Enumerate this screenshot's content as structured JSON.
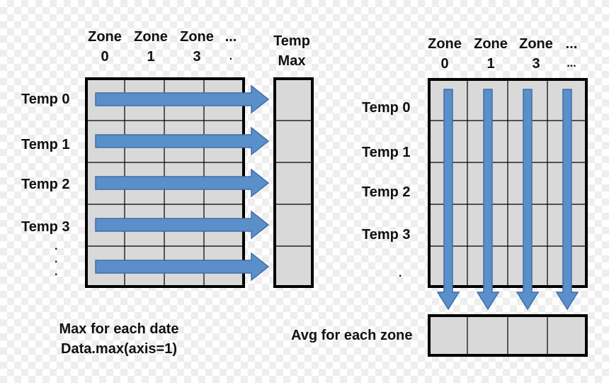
{
  "left": {
    "zone_headers": [
      {
        "top": "Zone",
        "bottom": "0"
      },
      {
        "top": "Zone",
        "bottom": "1"
      },
      {
        "top": "Zone",
        "bottom": "3"
      },
      {
        "top": "...",
        "bottom": "."
      }
    ],
    "result_header": {
      "top": "Temp",
      "bottom": "Max"
    },
    "row_labels": [
      "Temp 0",
      "Temp 1",
      "Temp 2",
      "Temp 3"
    ],
    "trailing_dots": [
      ".",
      ".",
      "."
    ],
    "caption_line1": "Max for each date",
    "caption_line2": "Data.max(axis=1)"
  },
  "right": {
    "zone_headers": [
      {
        "top": "Zone",
        "bottom": "0"
      },
      {
        "top": "Zone",
        "bottom": "1"
      },
      {
        "top": "Zone",
        "bottom": "3"
      },
      {
        "top": "...",
        "bottom": "..."
      }
    ],
    "row_labels": [
      "Temp 0",
      "Temp 1",
      "Temp 2",
      "Temp 3"
    ],
    "trailing_dot": ".",
    "result_label": "Avg for each zone"
  },
  "colors": {
    "cell_fill": "#d9d9d9",
    "grid_line": "#000000",
    "arrow_fill": "#5b8fc9",
    "arrow_stroke": "#3f6fa8"
  }
}
